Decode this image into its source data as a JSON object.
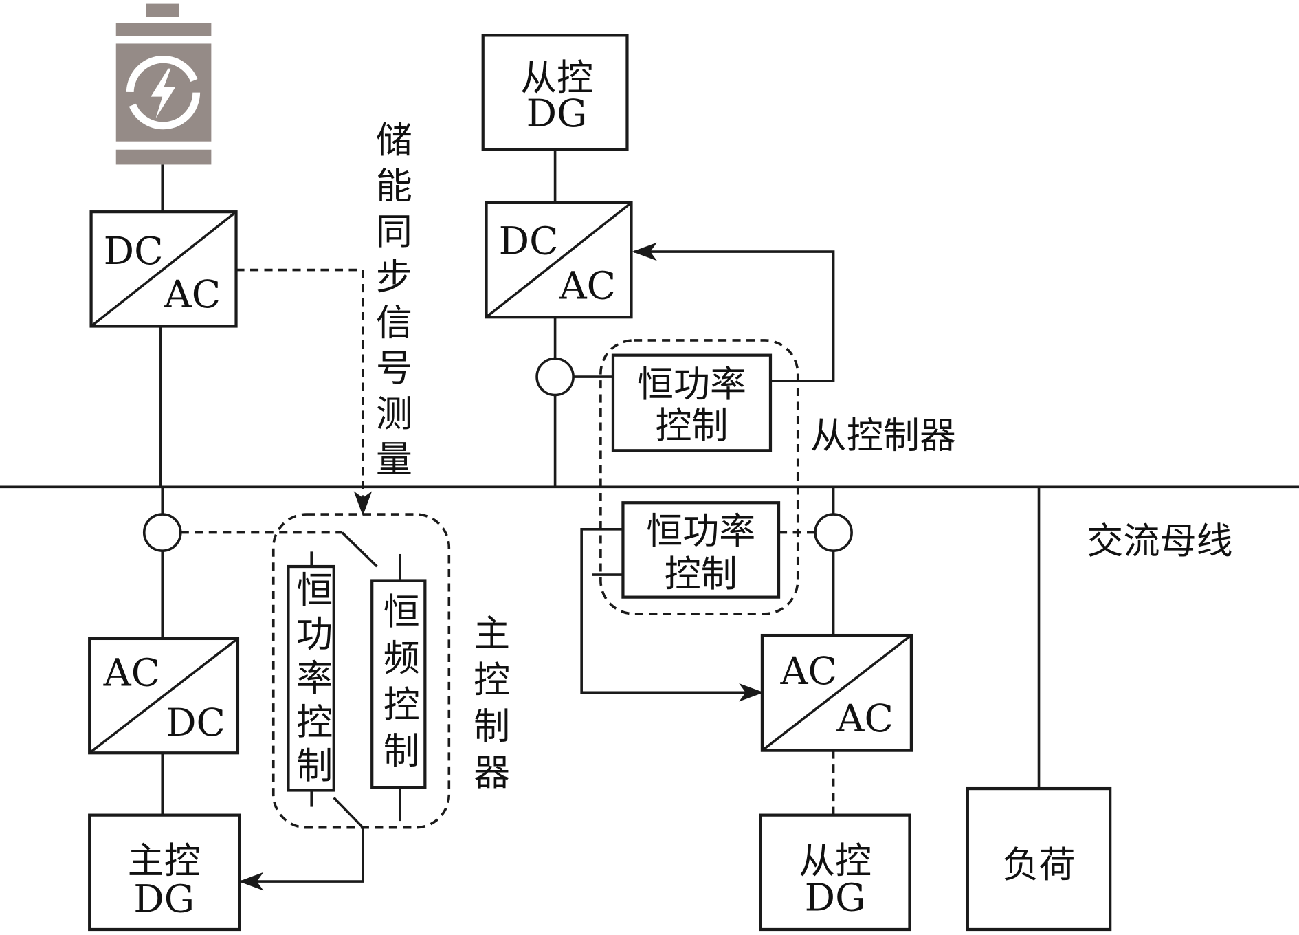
{
  "battery": {
    "icon": "battery-charging-icon",
    "color": "#958b87"
  },
  "converters": {
    "storage": {
      "top": "DC",
      "bottom": "AC"
    },
    "master": {
      "top": "AC",
      "bottom": "DC"
    },
    "slave_top": {
      "top": "DC",
      "bottom": "AC"
    },
    "slave_bottom": {
      "top": "AC",
      "bottom": "AC"
    }
  },
  "sources": {
    "master_dg": {
      "line1": "主控",
      "line2": "DG"
    },
    "slave_dg_top": {
      "line1": "从控",
      "line2": "DG"
    },
    "slave_dg_bottom": {
      "line1": "从控",
      "line2": "DG"
    },
    "load": "负荷"
  },
  "labels": {
    "sync_signal": "储能同步信号测量",
    "master_controller": "主控制器",
    "slave_controller": "从控制器",
    "ac_bus": "交流母线"
  },
  "controls": {
    "master_pq": "恒功率控制",
    "master_f": "恒频控制",
    "slave_pq_1": {
      "line1": "恒功率",
      "line2": "控制"
    },
    "slave_pq_2": {
      "line1": "恒功率",
      "line2": "控制"
    }
  }
}
